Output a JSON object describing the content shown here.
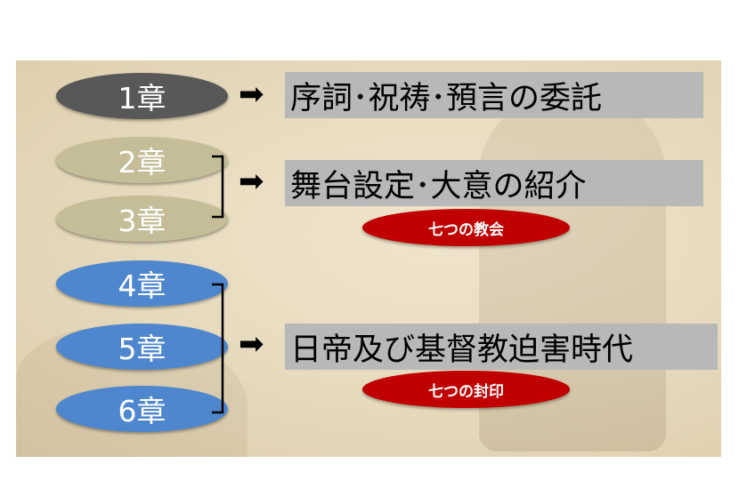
{
  "chapters": [
    {
      "label": "1章",
      "color": "#585858"
    },
    {
      "label": "2章",
      "color": "#c4bd97"
    },
    {
      "label": "3章",
      "color": "#c4bd97"
    },
    {
      "label": "4章",
      "color": "#4f87cf"
    },
    {
      "label": "5章",
      "color": "#4f87cf"
    },
    {
      "label": "6章",
      "color": "#4f87cf"
    }
  ],
  "arrow_icon": "right-arrow",
  "topics": [
    "序詞･祝祷･預言の委託",
    "舞台設定･大意の紹介",
    "日帝及び基督教迫害時代"
  ],
  "tags": [
    {
      "label": "七つの教会",
      "color": "#c00000"
    },
    {
      "label": "七つの封印",
      "color": "#c00000"
    }
  ]
}
